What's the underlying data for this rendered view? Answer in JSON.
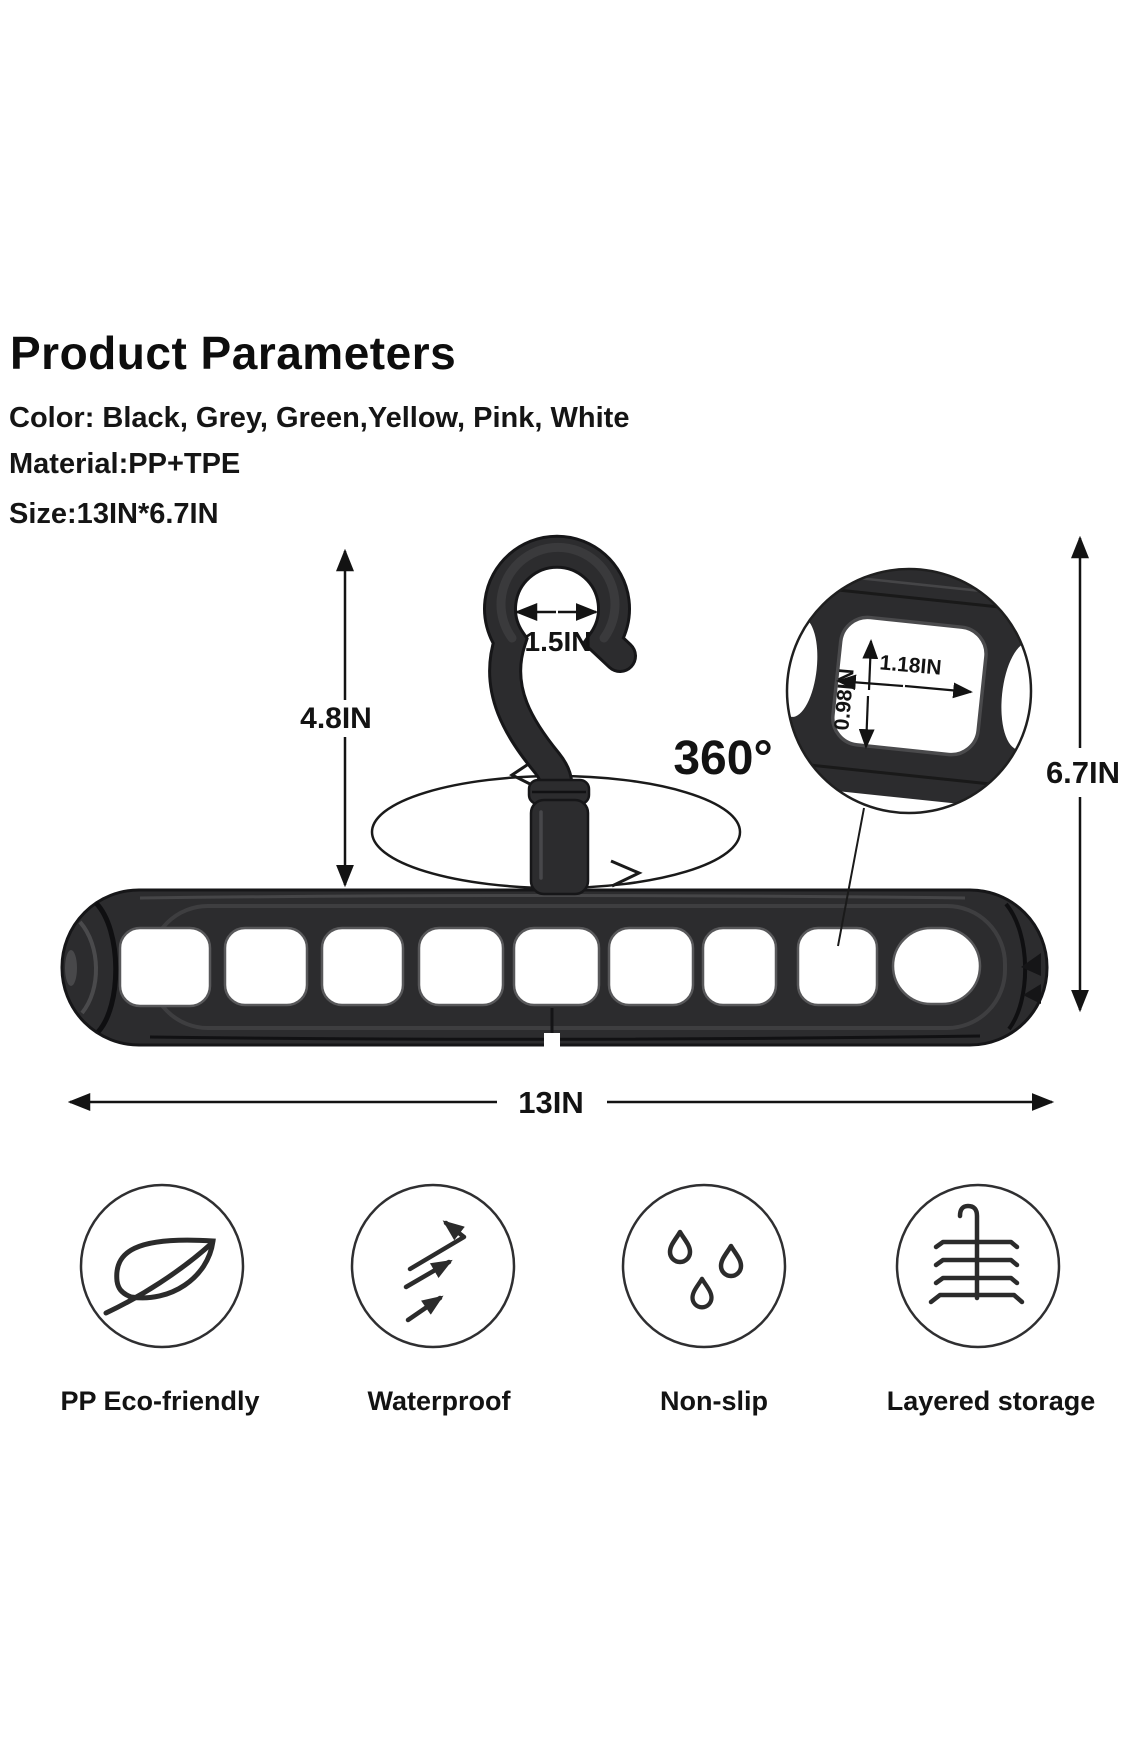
{
  "header": {
    "title": "Product Parameters",
    "lines": [
      "Color: Black, Grey, Green,Yellow, Pink, White",
      "Material:PP+TPE",
      "Size:13IN*6.7IN"
    ]
  },
  "dimensions": {
    "hook_opening_width": "1.5IN",
    "hook_height": "4.8IN",
    "rotation": "360°",
    "slot_width": "1.18IN",
    "slot_height": "0.98IN",
    "overall_height": "6.7IN",
    "overall_width": "13IN"
  },
  "hanger": {
    "slot_count": 9
  },
  "features": [
    {
      "icon": "leaf-icon",
      "label": "PP Eco-friendly"
    },
    {
      "icon": "deflect-arrows-icon",
      "label": "Waterproof"
    },
    {
      "icon": "water-drops-icon",
      "label": "Non-slip"
    },
    {
      "icon": "stacked-hangers-icon",
      "label": "Layered storage"
    }
  ],
  "colors": {
    "background": "#ffffff",
    "ink": "#1a1a1a",
    "product": "#2c2c2e"
  }
}
